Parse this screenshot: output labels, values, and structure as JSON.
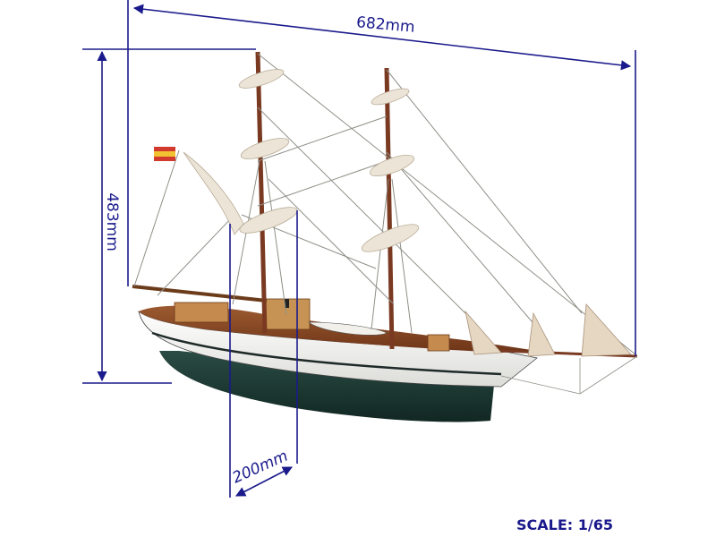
{
  "dimensions": {
    "length": "682mm",
    "height": "483mm",
    "beam": "200mm"
  },
  "scale": "SCALE: 1/65",
  "colors": {
    "dimension_line": "#1a1a8c",
    "hull_white": "#f4f4f2",
    "hull_green": "#1d3a34",
    "deck_wood": "#8a4a26",
    "mast_wood": "#7a3a22",
    "sail_canvas": "#ece4d6",
    "rigging": "#8f8f88"
  },
  "flag": "spanish-flag"
}
